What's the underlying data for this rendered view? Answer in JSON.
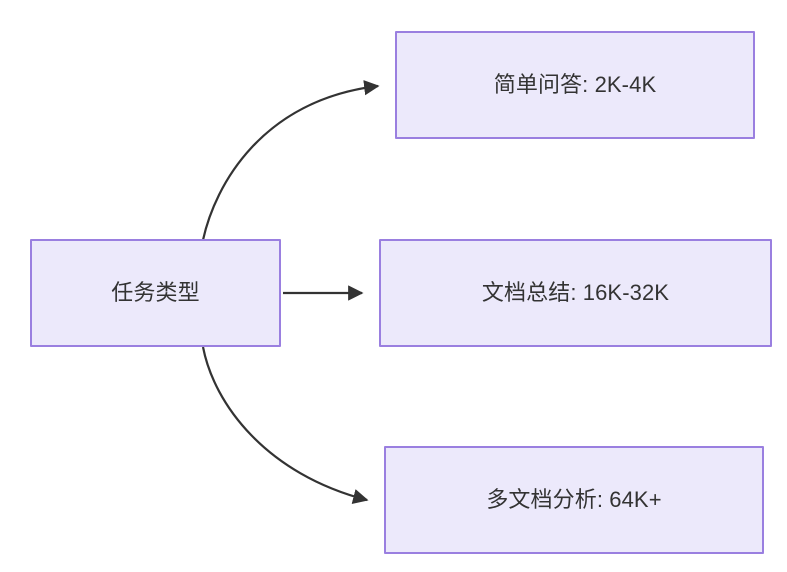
{
  "diagram": {
    "type": "flowchart",
    "direction": "left-to-right",
    "background_color": "#ffffff",
    "node_fill_color": "#ece9fb",
    "node_border_color": "#9a7fe0",
    "text_color": "#333333",
    "edge_color": "#333333",
    "nodes": [
      {
        "id": "root",
        "label": "任务类型"
      },
      {
        "id": "simple_qa",
        "label": "简单问答: 2K-4K"
      },
      {
        "id": "doc_summary",
        "label": "文档总结: 16K-32K"
      },
      {
        "id": "multi_doc",
        "label": "多文档分析: 64K+"
      }
    ],
    "edges": [
      {
        "from": "root",
        "to": "simple_qa",
        "style": "curved",
        "arrowhead": "filled-triangle"
      },
      {
        "from": "root",
        "to": "doc_summary",
        "style": "straight",
        "arrowhead": "filled-triangle"
      },
      {
        "from": "root",
        "to": "multi_doc",
        "style": "curved",
        "arrowhead": "filled-triangle"
      }
    ]
  }
}
